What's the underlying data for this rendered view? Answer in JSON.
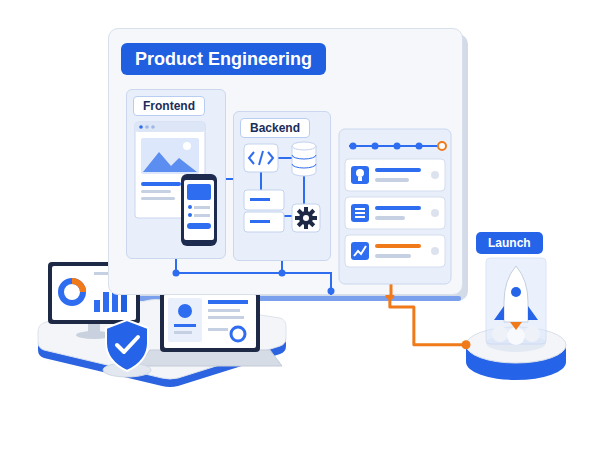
{
  "diagram": {
    "nodes": [
      {
        "text": [
          "Product Engineering"
        ]
      },
      {
        "text": [
          "Frontend"
        ],
        "in": 0
      },
      {
        "text": [
          "Backend"
        ],
        "in": 0
      },
      {
        "text": [
          "Launch"
        ]
      }
    ],
    "edges": [
      {
        "from": 0,
        "to": 3,
        "arrow": "none"
      }
    ]
  }
}
